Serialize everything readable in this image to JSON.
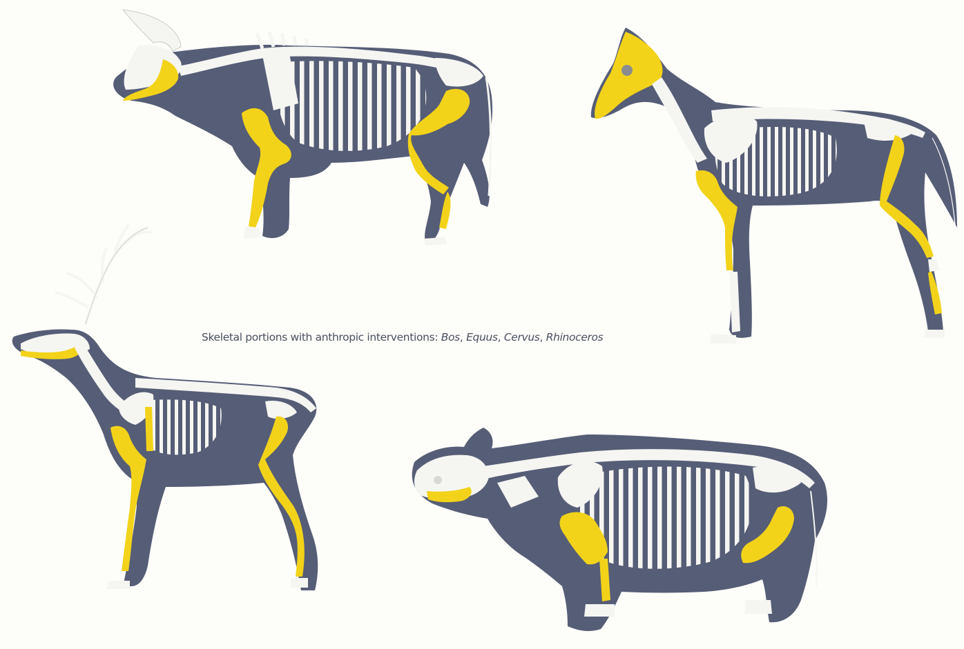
{
  "caption": {
    "prefix": "Skeletal portions with anthropic interventions: ",
    "taxa": [
      "Bos",
      "Equus",
      "Cervus",
      "Rhinoceros"
    ],
    "separator": ", "
  },
  "animals": [
    {
      "id": "bos",
      "icon": "bos-skeleton-icon"
    },
    {
      "id": "equus",
      "icon": "equus-skeleton-icon"
    },
    {
      "id": "cervus",
      "icon": "cervus-skeleton-icon"
    },
    {
      "id": "rhinoceros",
      "icon": "rhinoceros-skeleton-icon"
    }
  ],
  "colors": {
    "background": "#fdfdf9",
    "silhouette": "#565d76",
    "bone": "#f5f5f2",
    "highlight": "#f2d31a",
    "caption_text": "#4a4f5e"
  }
}
